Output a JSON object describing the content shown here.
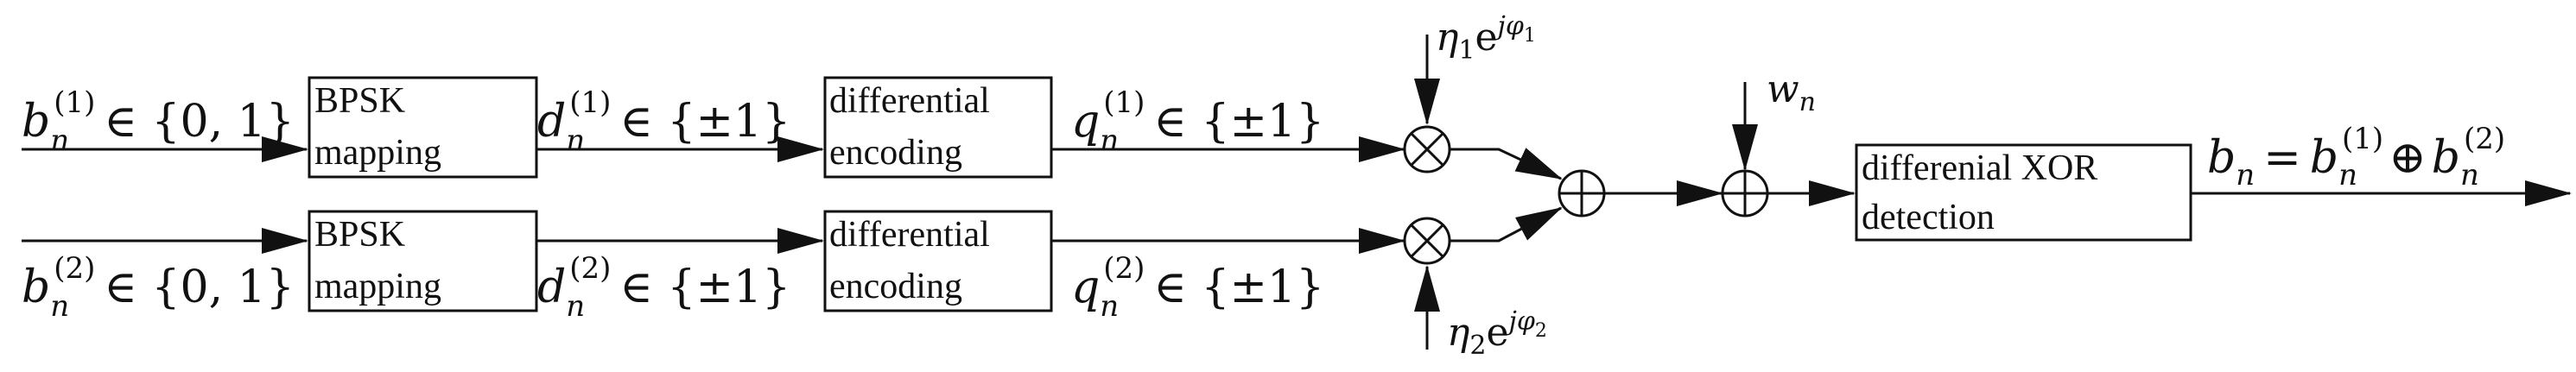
{
  "inputs": {
    "b1": {
      "main": "b",
      "sub": "n",
      "sup": "(1)",
      "rest": "∈ {0, 1}"
    },
    "b2": {
      "main": "b",
      "sub": "n",
      "sup": "(2)",
      "rest": "∈ {0, 1}"
    }
  },
  "blocks": {
    "bpsk1": {
      "line1": "BPSK",
      "line2": "mapping"
    },
    "bpsk2": {
      "line1": "BPSK",
      "line2": "mapping"
    },
    "diff1": {
      "line1": "differential",
      "line2": "encoding"
    },
    "diff2": {
      "line1": "differential",
      "line2": "encoding"
    },
    "xor": {
      "line1": "differenial XOR",
      "line2": "detection"
    }
  },
  "signals": {
    "d1": {
      "main": "d",
      "sub": "n",
      "sup": "(1)",
      "rest": "∈ {±1}"
    },
    "d2": {
      "main": "d",
      "sub": "n",
      "sup": "(2)",
      "rest": "∈ {±1}"
    },
    "q1": {
      "main": "q",
      "sub": "n",
      "sup": "(1)",
      "rest": "∈ {±1}"
    },
    "q2": {
      "main": "q",
      "sub": "n",
      "sup": "(2)",
      "rest": "∈ {±1}"
    },
    "eta1": {
      "main": "η",
      "sub": "1",
      "exp": "e",
      "sup": "jφ",
      "supsub": "1"
    },
    "eta2": {
      "main": "η",
      "sub": "2",
      "exp": "e",
      "sup": "jφ",
      "supsub": "2"
    },
    "noise": {
      "main": "w",
      "sub": "n"
    },
    "output": {
      "lhs": "b",
      "lhs_sub": "n",
      "eq": "=",
      "t1": "b",
      "t1_sub": "n",
      "t1_sup": "(1)",
      "op": "⊕",
      "t2": "b",
      "t2_sub": "n",
      "t2_sup": "(2)"
    }
  },
  "nodes": {
    "mult1": "⊗",
    "mult2": "⊗",
    "sum1": "⊕",
    "sum2": "⊕"
  }
}
